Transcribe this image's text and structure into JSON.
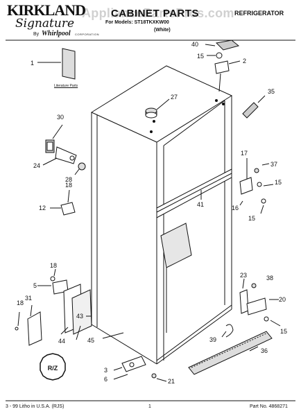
{
  "header": {
    "brand_name": "KIRKLAND",
    "brand_script": "Signature",
    "by_label": "By",
    "manufacturer": "Whirlpool",
    "manufacturer_sub": "CORPORATION",
    "section_title": "CABINET PARTS",
    "model_line": "For Models: ST18TKXKW00",
    "color_line": "(White)",
    "category": "REFRIGERATOR",
    "watermark": "AppliancePartsPros.com"
  },
  "literature_label": "Literature Parts",
  "footer": {
    "left": "3 - 99 Litho in U.S.A. (RJS)",
    "page": "1",
    "right": "Part No. 4868271"
  },
  "callouts": [
    "1",
    "2",
    "3",
    "5",
    "6",
    "12",
    "15",
    "15",
    "15",
    "15",
    "16",
    "17",
    "18",
    "18",
    "18",
    "20",
    "21",
    "23",
    "24",
    "27",
    "28",
    "30",
    "31",
    "35",
    "36",
    "37",
    "38",
    "39",
    "40",
    "41",
    "43",
    "44",
    "45"
  ]
}
